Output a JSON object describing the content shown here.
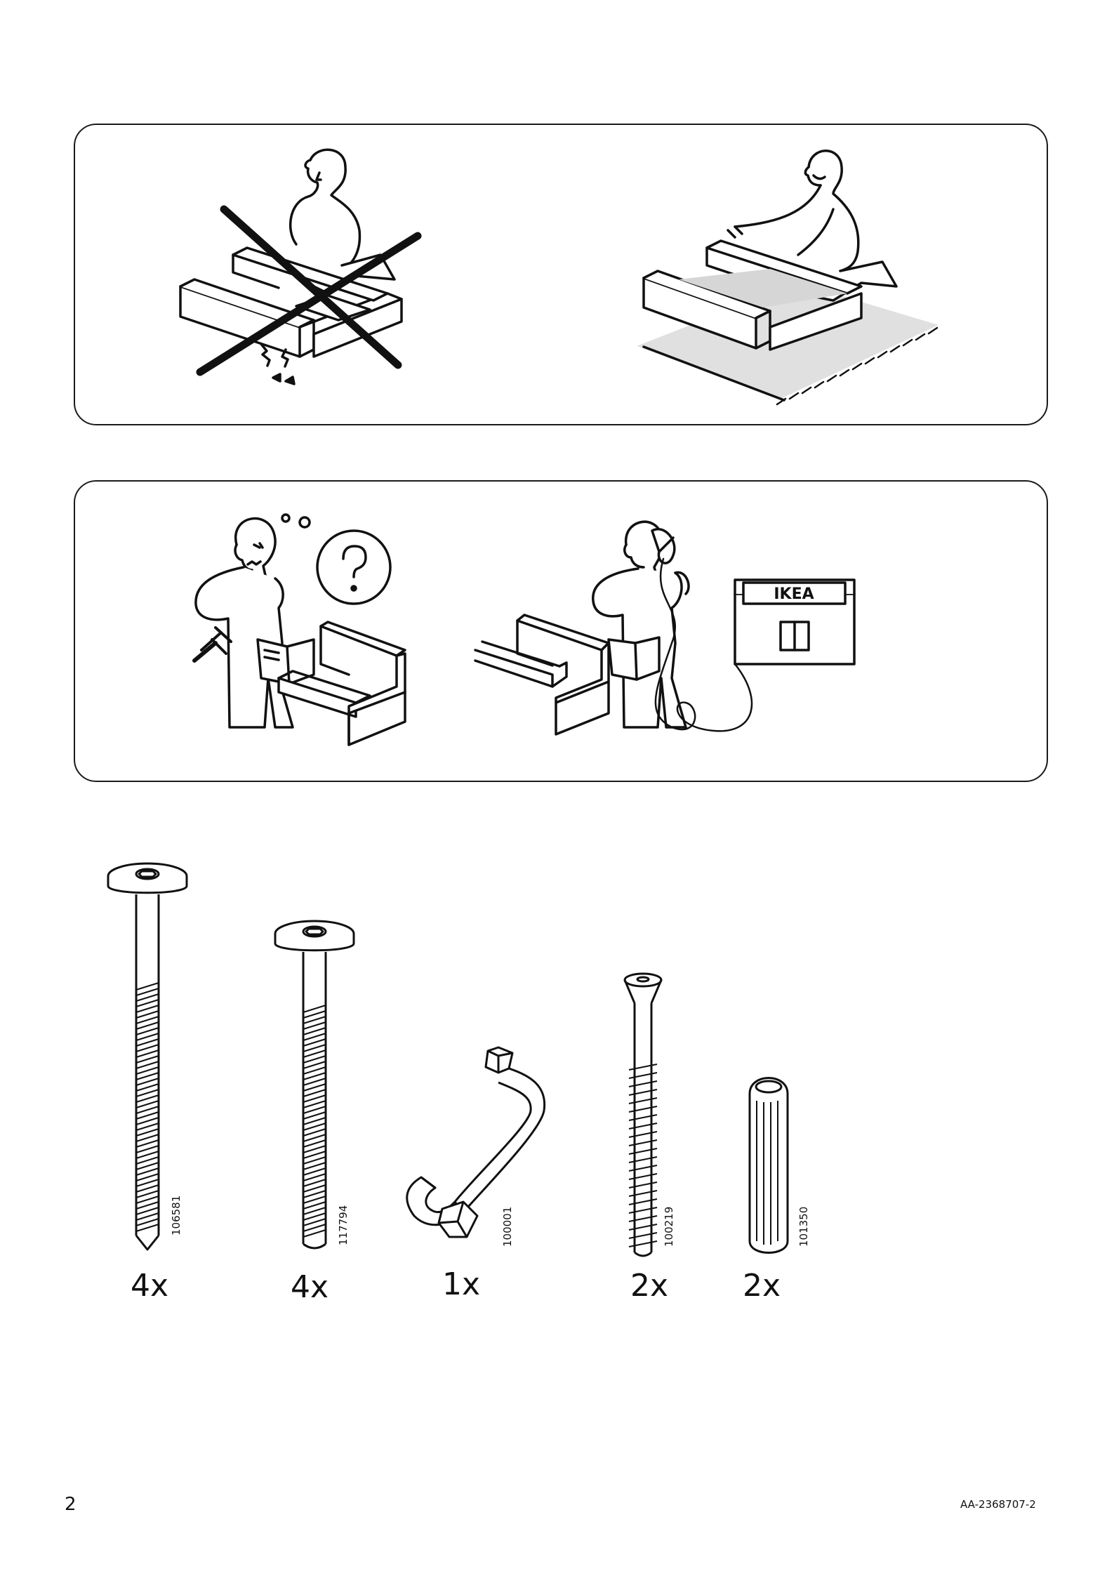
{
  "page": {
    "number": "2",
    "document_id": "AA-2368707-2"
  },
  "panels": [
    {
      "left_scene": {
        "icon": "assembling-on-hard-floor-damaged-crossed-out-icon"
      },
      "right_scene": {
        "icon": "assembling-on-soft-rug-icon"
      }
    },
    {
      "left_scene": {
        "icon": "confused-person-with-instructions-icon"
      },
      "right_scene": {
        "icon": "person-phoning-store-icon",
        "store_sign": "IKEA"
      }
    }
  ],
  "hardware": [
    {
      "icon": "long-pointed-bolt-icon",
      "article_number": "106581",
      "quantity": "4x"
    },
    {
      "icon": "long-bolt-icon",
      "article_number": "117794",
      "quantity": "4x"
    },
    {
      "icon": "allen-key-icon",
      "article_number": "100001",
      "quantity": "1x"
    },
    {
      "icon": "wood-screw-icon",
      "article_number": "100219",
      "quantity": "2x"
    },
    {
      "icon": "wooden-dowel-icon",
      "article_number": "101350",
      "quantity": "2x"
    }
  ]
}
